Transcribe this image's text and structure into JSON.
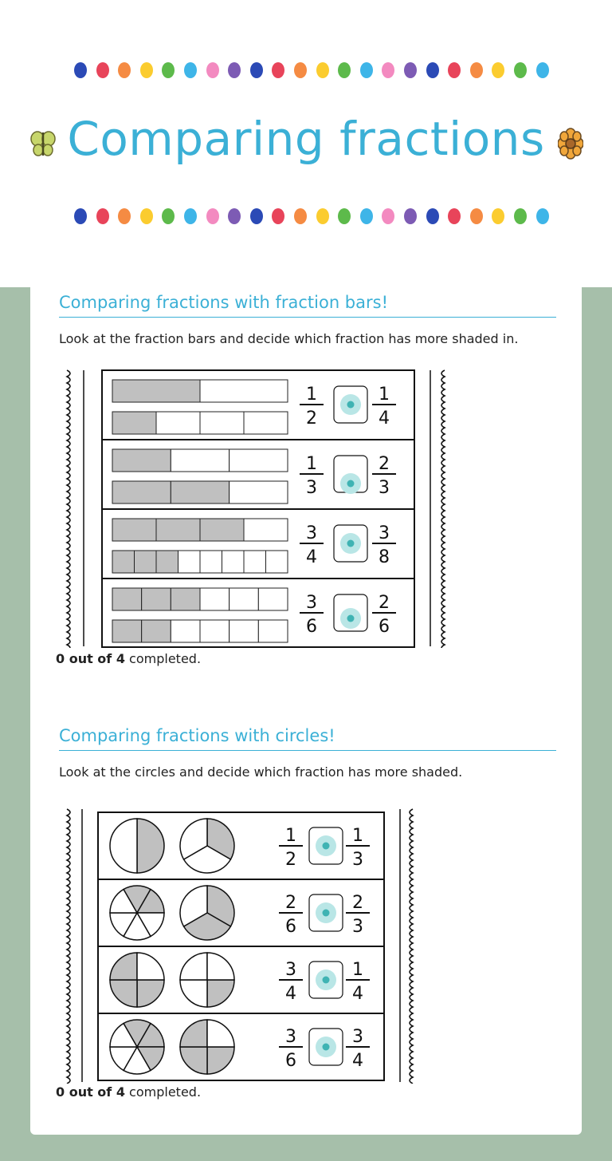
{
  "header": {
    "title": "Comparing fractions",
    "dot_colors": [
      "#2b4ab6",
      "#e8445a",
      "#f58b43",
      "#fbcc2f",
      "#5dba4b",
      "#3eb5e8",
      "#f38ac0",
      "#7d5bb4",
      "#2b4ab6",
      "#e8445a",
      "#f58b43",
      "#fbcc2f",
      "#5dba4b",
      "#3eb5e8",
      "#f38ac0",
      "#7d5bb4",
      "#2b4ab6",
      "#e8445a",
      "#f58b43",
      "#fbcc2f",
      "#5dba4b",
      "#3eb5e8"
    ],
    "left_icon": "butterfly-icon",
    "right_icon": "flower-icon"
  },
  "colors": {
    "accent": "#3bb0d6",
    "background": "#a6bfaa",
    "shade": "#c0c0c0",
    "answer_dot": "#5cc8c8"
  },
  "sections": [
    {
      "title": "Comparing fractions with fraction bars!",
      "description": "Look at the fraction bars and decide which fraction has more shaded in.",
      "progress_count": "0 out of 4",
      "progress_suffix": " completed.",
      "rows": [
        {
          "a_num": "1",
          "a_den": "2",
          "b_num": "1",
          "b_den": "4",
          "bar1": {
            "parts": 2,
            "shaded": 1
          },
          "bar2": {
            "parts": 4,
            "shaded": 1
          }
        },
        {
          "a_num": "1",
          "a_den": "3",
          "b_num": "2",
          "b_den": "3",
          "bar1": {
            "parts": 3,
            "shaded": 1
          },
          "bar2": {
            "parts": 3,
            "shaded": 2
          }
        },
        {
          "a_num": "3",
          "a_den": "4",
          "b_num": "3",
          "b_den": "8",
          "bar1": {
            "parts": 4,
            "shaded": 3
          },
          "bar2": {
            "parts": 8,
            "shaded": 3
          }
        },
        {
          "a_num": "3",
          "a_den": "6",
          "b_num": "2",
          "b_den": "6",
          "bar1": {
            "parts": 6,
            "shaded": 3
          },
          "bar2": {
            "parts": 6,
            "shaded": 2
          }
        }
      ]
    },
    {
      "title": "Comparing fractions with circles!",
      "description": "Look at the circles and decide which fraction has more shaded.",
      "progress_count": "0 out of 4",
      "progress_suffix": " completed.",
      "rows": [
        {
          "a_num": "1",
          "a_den": "2",
          "b_num": "1",
          "b_den": "3",
          "c1": {
            "parts": 2,
            "shaded": 1
          },
          "c2": {
            "parts": 3,
            "shaded": 1
          }
        },
        {
          "a_num": "2",
          "a_den": "6",
          "b_num": "2",
          "b_den": "3",
          "c1": {
            "parts": 6,
            "shaded": 2
          },
          "c2": {
            "parts": 3,
            "shaded": 2
          }
        },
        {
          "a_num": "3",
          "a_den": "4",
          "b_num": "1",
          "b_den": "4",
          "c1": {
            "parts": 4,
            "shaded": 3
          },
          "c2": {
            "parts": 4,
            "shaded": 1
          }
        },
        {
          "a_num": "3",
          "a_den": "6",
          "b_num": "3",
          "b_den": "4",
          "c1": {
            "parts": 6,
            "shaded": 3
          },
          "c2": {
            "parts": 4,
            "shaded": 3
          }
        }
      ]
    }
  ]
}
